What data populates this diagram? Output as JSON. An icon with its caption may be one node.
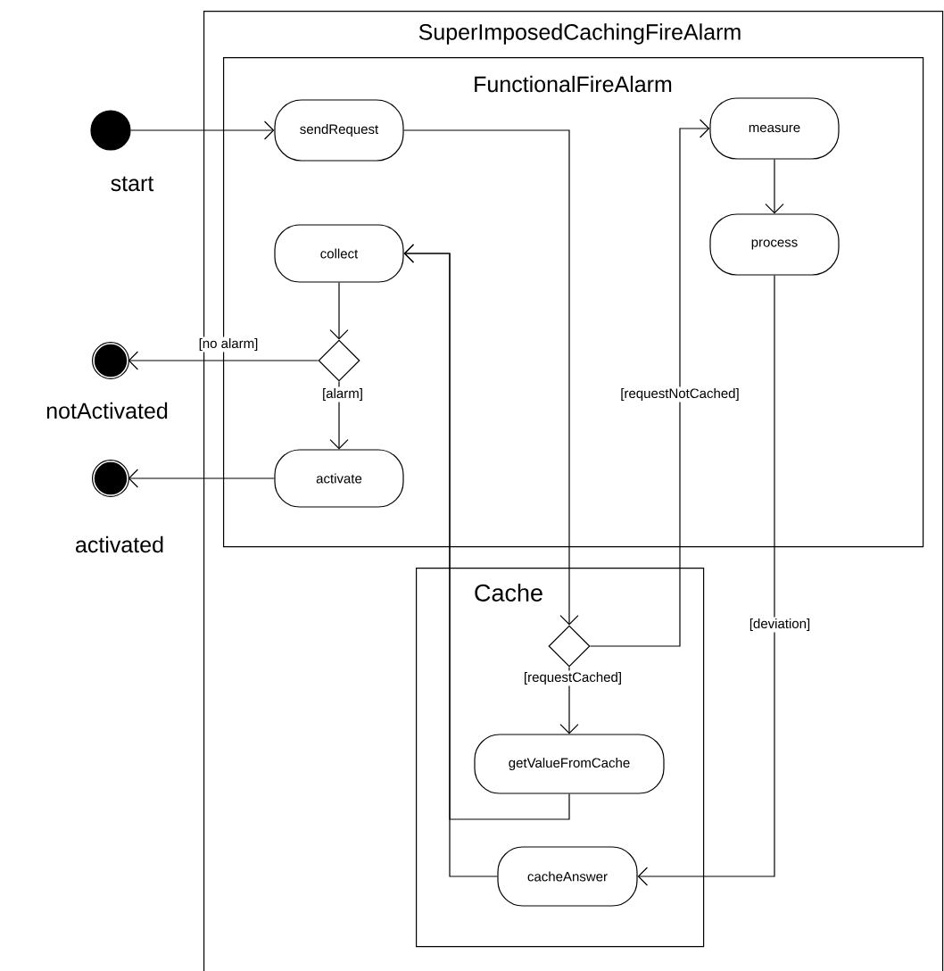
{
  "diagram": {
    "nodes": [
      {
        "text": [
          "SuperImposedCachingFireAlarm"
        ]
      },
      {
        "text": [
          "FunctionalFireAlarm"
        ],
        "in": 0
      },
      {
        "text": [],
        "shape": "circle",
        "beside": [
          "start"
        ]
      },
      {
        "text": [
          "sendRequest"
        ],
        "in": 1
      },
      {
        "text": [
          "measure"
        ],
        "in": 1
      },
      {
        "text": [
          "process"
        ],
        "in": 1
      },
      {
        "text": [
          "collect"
        ],
        "in": 1
      },
      {
        "text": [],
        "shape": "diamond",
        "in": 1
      },
      {
        "text": [],
        "shape": "circle",
        "beside": [
          "notActivated"
        ]
      },
      {
        "text": [
          "activate"
        ],
        "in": 1
      },
      {
        "text": [],
        "shape": "circle",
        "beside": [
          "activated"
        ]
      },
      {
        "text": [
          "Cache"
        ],
        "in": 0
      },
      {
        "text": [],
        "shape": "diamond",
        "in": 11
      },
      {
        "text": [
          "getValueFromCache"
        ],
        "in": 11
      },
      {
        "text": [
          "cacheAnswer"
        ],
        "in": 11
      }
    ],
    "edges": [
      {
        "from": 2,
        "to": 3,
        "arrow": "to"
      },
      {
        "from": 3,
        "to": 12,
        "arrow": "to"
      },
      {
        "from": 12,
        "to": 4,
        "arrow": "to",
        "label": "[requestNotCached]"
      },
      {
        "from": 4,
        "to": 5,
        "arrow": "to"
      },
      {
        "from": 5,
        "to": 14,
        "arrow": "to",
        "label": "[deviation]"
      },
      {
        "from": 6,
        "to": 7,
        "arrow": "to"
      },
      {
        "from": 7,
        "to": 8,
        "arrow": "to",
        "label": "[no alarm]"
      },
      {
        "from": 7,
        "to": 9,
        "arrow": "to",
        "label": "[alarm]"
      },
      {
        "from": 9,
        "to": 10,
        "arrow": "to"
      },
      {
        "from": 12,
        "to": 13,
        "arrow": "to",
        "label": "[requestCached]"
      },
      {
        "from": 13,
        "to": 6,
        "arrow": "to"
      },
      {
        "from": 14,
        "to": 6,
        "arrow": "to"
      }
    ]
  }
}
